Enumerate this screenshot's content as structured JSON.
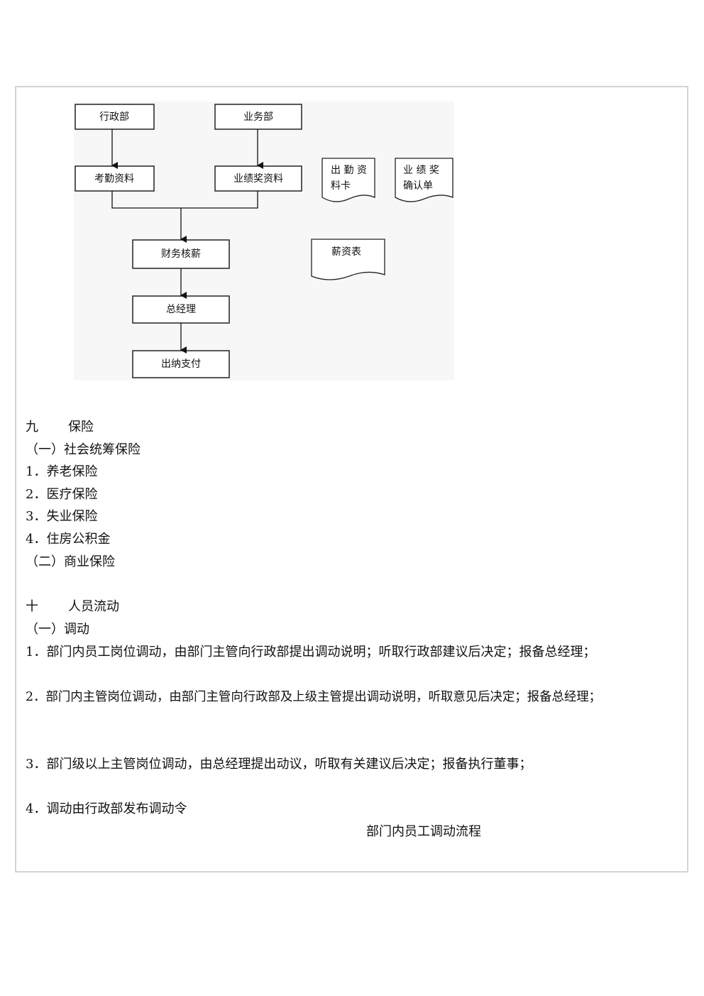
{
  "flowchart": {
    "nodes": {
      "admin_dept": "行政部",
      "business_dept": "业务部",
      "attendance_data": "考勤资料",
      "performance_data": "业绩奖资料",
      "finance_check": "财务核薪",
      "general_manager": "总经理",
      "cashier_pay": "出纳支付"
    },
    "documents": {
      "attendance_card_line1": "出 勤 资",
      "attendance_card_line2": "料卡",
      "performance_confirm_line1": "业 绩 奖",
      "performance_confirm_line2": "确认单",
      "payroll": "薪资表"
    }
  },
  "section9": {
    "number": "九",
    "title": "保险",
    "sub1": "（一）社会统筹保险",
    "items": [
      "1．养老保险",
      "2．医疗保险",
      "3．失业保险",
      "4．住房公积金"
    ],
    "sub2": "（二）商业保险"
  },
  "section10": {
    "number": "十",
    "title": "人员流动",
    "sub1": "（一）调动",
    "items": [
      "1．部门内员工岗位调动，由部门主管向行政部提出调动说明；听取行政部建议后决定；报备总经理；",
      "2．部门内主管岗位调动，由部门主管向行政部及上级主管提出调动说明，听取意见后决定；报备总经理；",
      "3．部门级以上主管岗位调动，由总经理提出动议，听取有关建议后决定；报备执行董事；",
      "4．调动由行政部发布调动令"
    ],
    "caption": "部门内员工调动流程"
  }
}
